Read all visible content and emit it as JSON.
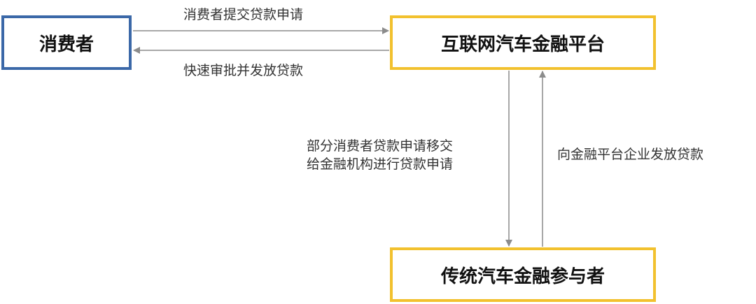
{
  "nodes": {
    "consumer": "消费者",
    "platform": "互联网汽车金融平台",
    "traditional": "传统汽车金融参与者"
  },
  "edges": {
    "submit_application": "消费者提交贷款申请",
    "approve_and_issue": "快速审批并发放贷款",
    "transfer_line1": "部分消费者贷款申请移交",
    "transfer_line2": "给金融机构进行贷款申请",
    "issue_to_platform": "向金融平台企业发放贷款"
  },
  "colors": {
    "consumer_border": "#3b68a8",
    "platform_border": "#f2c12e",
    "arrow": "#8c8c8c"
  }
}
